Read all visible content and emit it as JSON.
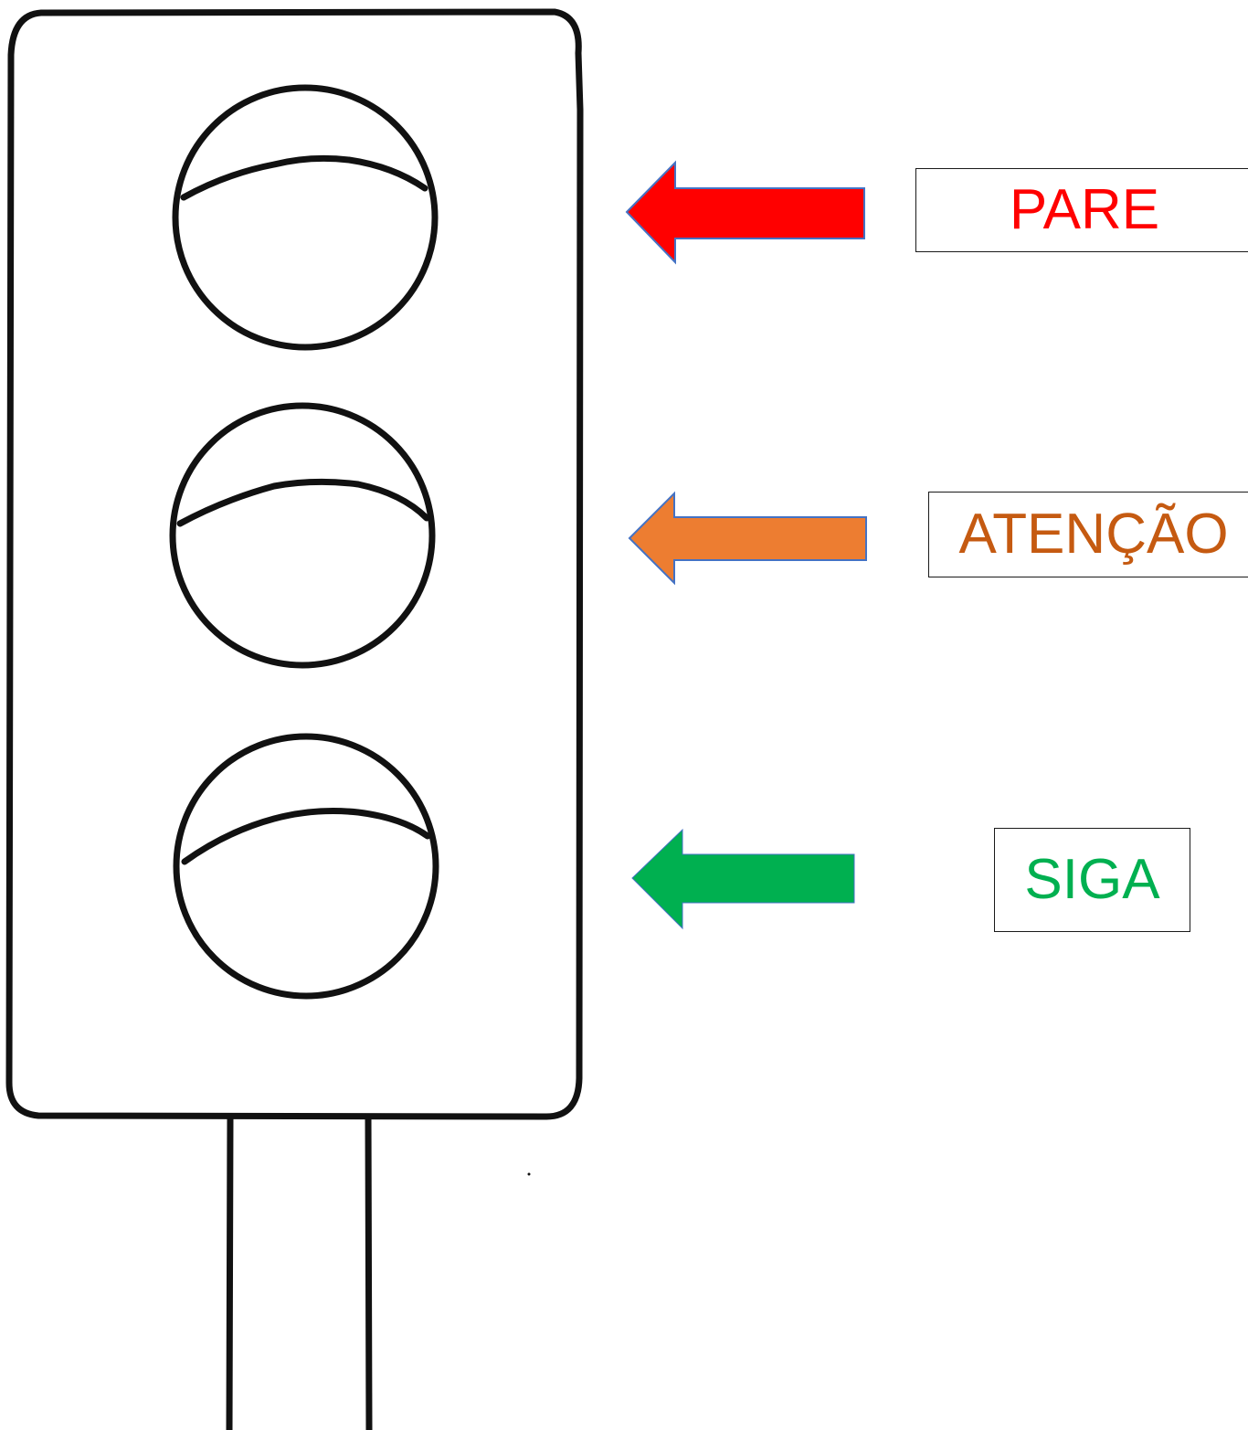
{
  "labels": {
    "stop": "PARE",
    "caution": "ATENÇÃO",
    "go": "SIGA"
  },
  "colors": {
    "stop": "#ff0000",
    "caution_arrow": "#ed7d31",
    "caution_text": "#c55a11",
    "go": "#00b050",
    "outline": "#111111",
    "arrow_border": "#4472c4"
  },
  "icons": {
    "traffic_light": "traffic-light-icon",
    "arrow": "arrow-left-icon"
  }
}
